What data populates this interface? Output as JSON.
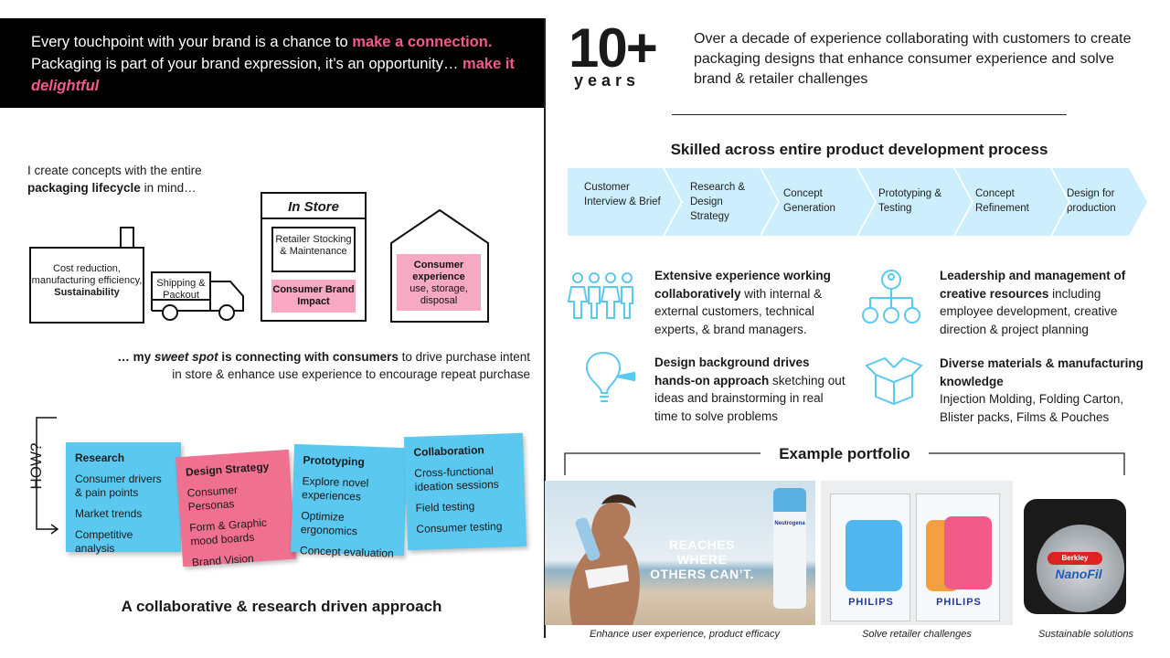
{
  "banner": {
    "line1_a": "Every touchpoint with your brand is a chance to ",
    "line1_b": "make a connection.",
    "line1_c": " Packaging is part of your brand expression, it’s an opportunity… ",
    "line1_d": "make it ",
    "line1_e": "delightful"
  },
  "lifecycle": {
    "intro_a": "I create concepts with the entire",
    "intro_b": "packaging lifecycle",
    "intro_c": " in mind…",
    "factory_text": "Cost reduction, manufacturing efficiency,",
    "factory_bold": "Sustainability",
    "truck_text": "Shipping & Packout",
    "store_title": "In Store",
    "store_box": "Retailer Stocking & Maintenance",
    "store_pink": "Consumer Brand Impact",
    "house_pink_bold": "Consumer experience",
    "house_pink_rest": "use, storage, disposal",
    "sweet_a": "… my ",
    "sweet_b": "sweet spot",
    "sweet_c": " is connecting with consumers",
    "sweet_d": " to drive purchase intent",
    "sweet_e": "in store & enhance use experience to encourage repeat purchase"
  },
  "how": {
    "label": "HOW?",
    "notes": [
      {
        "title": "Research",
        "items": [
          "Consumer drivers & pain points",
          "Market trends",
          "Competitive analysis"
        ]
      },
      {
        "title": "Design Strategy",
        "items": [
          "Consumer Personas",
          "Form & Graphic mood boards",
          "Brand Vision"
        ]
      },
      {
        "title": "Prototyping",
        "items": [
          "Explore novel experiences",
          "Optimize ergonomics",
          "Concept evaluation"
        ]
      },
      {
        "title": "Collaboration",
        "items": [
          "Cross-functional ideation sessions",
          "Field testing",
          "Consumer testing"
        ]
      }
    ],
    "tagline": "A collaborative & research driven approach"
  },
  "experience": {
    "big": "10+",
    "unit": "years",
    "text": "Over a decade of experience collaborating with customers to create packaging designs that enhance consumer experience and solve brand & retailer challenges"
  },
  "process": {
    "title": "Skilled across entire product development process",
    "steps": [
      "Customer Interview & Brief",
      "Research & Design Strategy",
      "Concept Generation",
      "Prototyping & Testing",
      "Concept Refinement",
      "Design for production"
    ]
  },
  "features": [
    {
      "bold": "Extensive experience working collaboratively",
      "rest": " with internal & external customers, technical experts, & brand managers.",
      "icon": "team-people-icon"
    },
    {
      "bold": "Leadership and management of creative resources",
      "rest": " including employee development, creative direction & project planning",
      "icon": "org-chart-icon"
    },
    {
      "bold": "Design background drives hands-on approach",
      "rest": " sketching out ideas and brainstorming in real time to solve problems",
      "icon": "lightbulb-icon"
    },
    {
      "bold": "Diverse materials & manufacturing knowledge",
      "rest": "Injection Molding, Folding Carton, Blister packs, Films & Pouches",
      "icon": "open-box-icon"
    }
  ],
  "portfolio": {
    "title": "Example portfolio",
    "ad_text": "REACHES WHERE OTHERS CAN’T.",
    "brand_philips": "PHILIPS",
    "brand_neutrogena": "Neutrogena",
    "brand_berkley": "Berkley",
    "brand_nanofil": "NanoFil",
    "captions": [
      "Enhance user experience, product efficacy",
      "Solve retailer challenges",
      "Sustainable solutions"
    ]
  }
}
